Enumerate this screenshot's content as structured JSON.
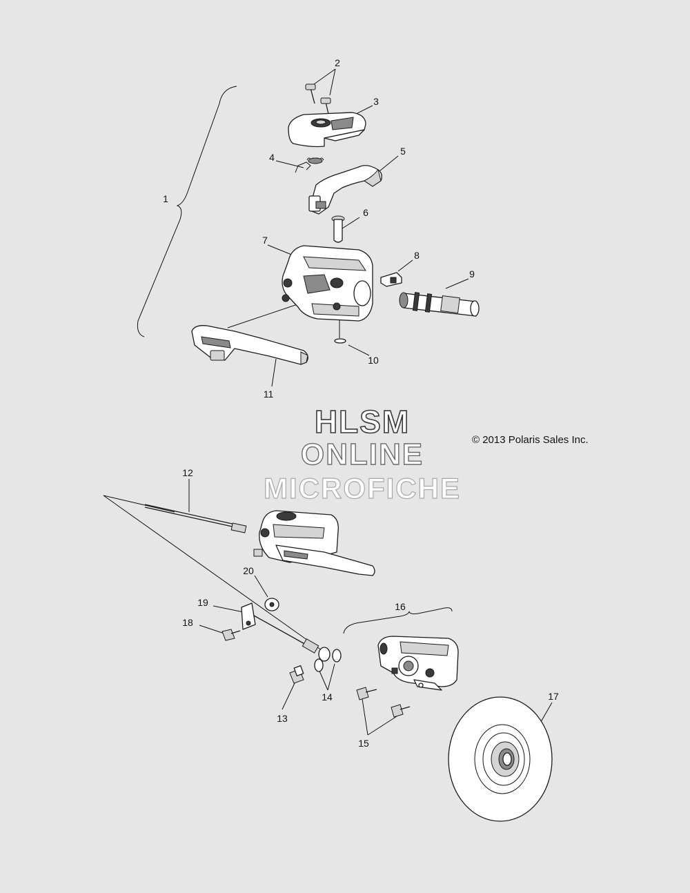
{
  "watermark": {
    "line1": "HLSM",
    "line2": "ONLINE",
    "line3": "MICROFICHE"
  },
  "copyright": "© 2013 Polaris Sales Inc.",
  "callouts": {
    "c1": "1",
    "c2": "2",
    "c3": "3",
    "c4": "4",
    "c5": "5",
    "c6": "6",
    "c7": "7",
    "c8": "8",
    "c9": "9",
    "c10": "10",
    "c11": "11",
    "c12": "12",
    "c13": "13",
    "c14": "14",
    "c15": "15",
    "c16": "16",
    "c17": "17",
    "c18": "18",
    "c19": "19",
    "c20": "20"
  }
}
